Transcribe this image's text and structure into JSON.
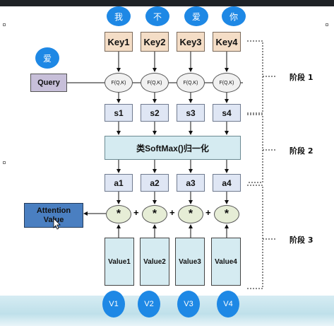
{
  "top_chars": [
    "我",
    "不",
    "爱",
    "你"
  ],
  "query_char": "爱",
  "keys": [
    "Key1",
    "Key2",
    "Key3",
    "Key4"
  ],
  "func_label": "F(Q,K)",
  "query_label": "Query",
  "scores": [
    "s1",
    "s2",
    "s3",
    "s4"
  ],
  "softmax_label": "类SoftMax()归一化",
  "weights": [
    "a1",
    "a2",
    "a3",
    "a4"
  ],
  "multiply_symbol": "*",
  "plus_symbol": "+",
  "attention_label_line1": "Attention",
  "attention_label_line2": "Value",
  "values": [
    "Value1",
    "Value2",
    "Value3",
    "Value4"
  ],
  "value_circles": [
    "V1",
    "V2",
    "V3",
    "V4"
  ],
  "stages": [
    "阶段 1",
    "阶段 2",
    "阶段 3"
  ]
}
